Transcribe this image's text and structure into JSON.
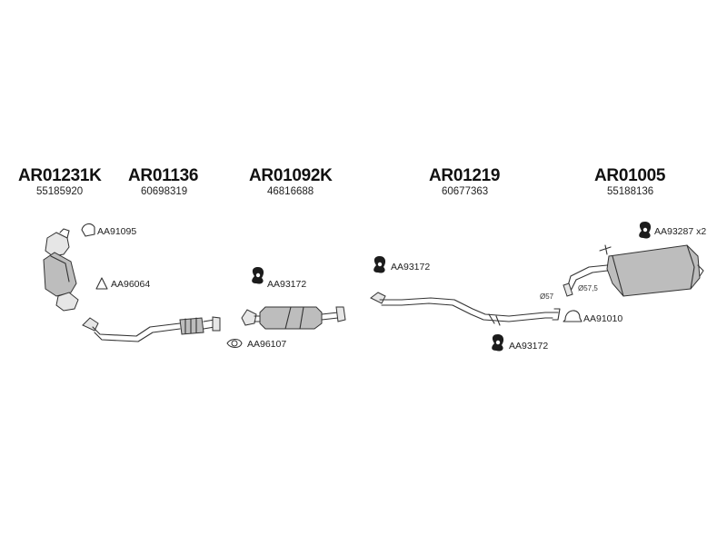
{
  "groups": [
    {
      "code": "AR01231K",
      "oem": "55185920"
    },
    {
      "code": "AR01136",
      "oem": "60698319"
    },
    {
      "code": "AR01092K",
      "oem": "46816688"
    },
    {
      "code": "AR01219",
      "oem": "60677363"
    },
    {
      "code": "AR01005",
      "oem": "55188136"
    }
  ],
  "parts": {
    "clamp_cat": "AA91095",
    "gasket_cat": "AA96064",
    "hanger_center": "AA93172",
    "gasket_center": "AA96107",
    "hanger_int_top": "AA93172",
    "hanger_int_bottom": "AA93172",
    "hanger_rear": "AA93287 x2",
    "clamp_rear": "AA91010"
  },
  "dims": {
    "d57": "Ø57",
    "d575": "Ø57,5"
  }
}
